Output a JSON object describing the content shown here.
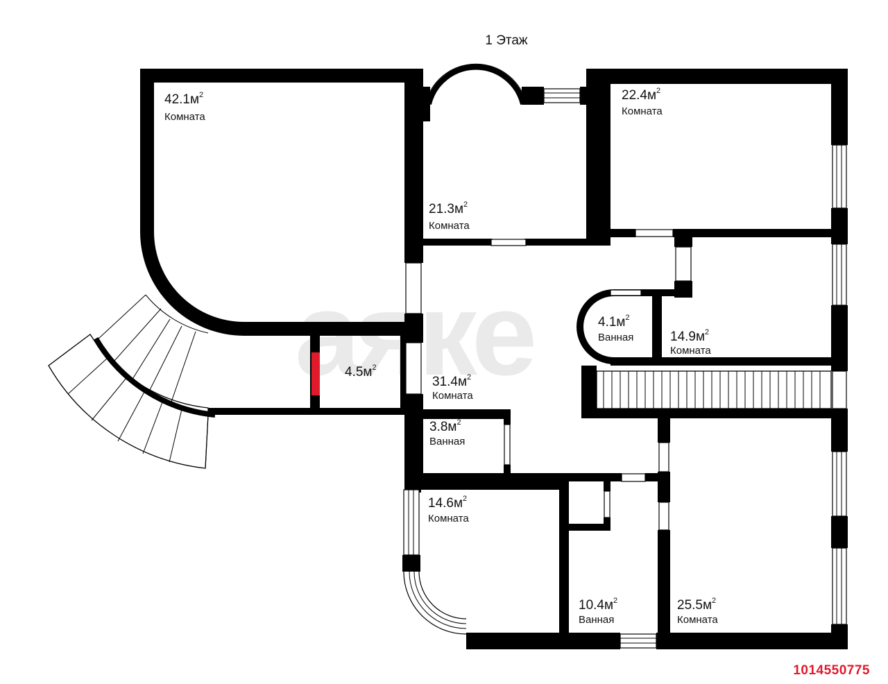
{
  "title": "1 Этаж",
  "watermark": "аяке",
  "listing_code": "1014550775",
  "colors": {
    "wall": "#000000",
    "accent_door": "#e0192b",
    "code": "#e0192b"
  },
  "rooms": [
    {
      "id": "room-1",
      "area": "42.1м",
      "name": "Комната"
    },
    {
      "id": "room-2",
      "area": "21.3м",
      "name": "Комната"
    },
    {
      "id": "room-3",
      "area": "22.4м",
      "name": "Комната"
    },
    {
      "id": "room-4",
      "area": "4.1м",
      "name": "Ванная"
    },
    {
      "id": "room-5",
      "area": "14.9м",
      "name": "Комната"
    },
    {
      "id": "room-6",
      "area": "4.5м",
      "name": ""
    },
    {
      "id": "room-7",
      "area": "31.4м",
      "name": "Комната"
    },
    {
      "id": "room-8",
      "area": "3.8м",
      "name": "Ванная"
    },
    {
      "id": "room-9",
      "area": "14.6м",
      "name": "Комната"
    },
    {
      "id": "room-10",
      "area": "10.4м",
      "name": "Ванная"
    },
    {
      "id": "room-11",
      "area": "25.5м",
      "name": "Комната"
    }
  ],
  "area_superscript": "2"
}
